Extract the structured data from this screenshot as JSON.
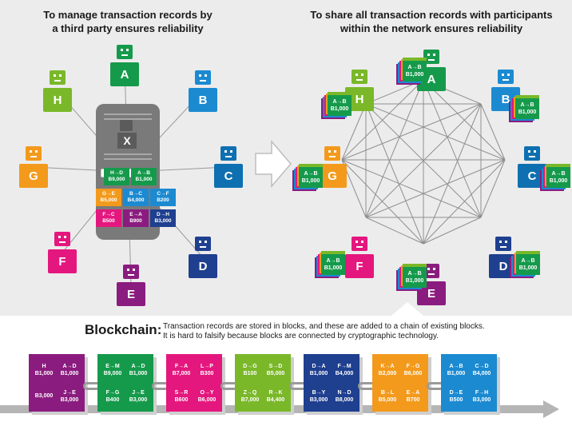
{
  "left_panel": {
    "title_line1": "To manage transaction records by",
    "title_line2": "a third party ensures reliability",
    "server_label": "X",
    "ledger": [
      {
        "from_to": "H→D",
        "amount": "B9,000",
        "color": "#159a4b"
      },
      {
        "from_to": "A→B",
        "amount": "B1,000",
        "color": "#159a4b"
      },
      {
        "from_to": "G→E",
        "amount": "B5,000",
        "color": "#f39a1c"
      },
      {
        "from_to": "B→C",
        "amount": "B4,000",
        "color": "#1b8ad1"
      },
      {
        "from_to": "C→F",
        "amount": "B200",
        "color": "#1b8ad1"
      },
      {
        "from_to": "F→C",
        "amount": "B500",
        "color": "#e4177e"
      },
      {
        "from_to": "E→A",
        "amount": "B900",
        "color": "#8b1c7f"
      },
      {
        "from_to": "D→H",
        "amount": "B3,000",
        "color": "#1f3f8f"
      }
    ],
    "agents": [
      {
        "label": "A",
        "color": "#159a4b"
      },
      {
        "label": "B",
        "color": "#1b8ad1"
      },
      {
        "label": "C",
        "color": "#0e70b0"
      },
      {
        "label": "D",
        "color": "#1f3f8f"
      },
      {
        "label": "E",
        "color": "#8b1c7f"
      },
      {
        "label": "F",
        "color": "#e4177e"
      },
      {
        "label": "G",
        "color": "#f39a1c"
      },
      {
        "label": "H",
        "color": "#7ab829"
      }
    ]
  },
  "right_panel": {
    "title_line1": "To share all transaction records with participants",
    "title_line2": "within the network ensures reliability",
    "shared_record": {
      "from_to": "A→B",
      "amount": "B1,000"
    },
    "agents": [
      {
        "label": "A",
        "color": "#159a4b"
      },
      {
        "label": "B",
        "color": "#1b8ad1"
      },
      {
        "label": "C",
        "color": "#0e70b0"
      },
      {
        "label": "D",
        "color": "#1f3f8f"
      },
      {
        "label": "E",
        "color": "#8b1c7f"
      },
      {
        "label": "F",
        "color": "#e4177e"
      },
      {
        "label": "G",
        "color": "#f39a1c"
      },
      {
        "label": "H",
        "color": "#7ab829"
      }
    ]
  },
  "blockchain": {
    "title": "Blockchain:",
    "desc_line1": "Transaction records are stored in blocks, and these are added to a chain of existing blocks.",
    "desc_line2": "It is hard to falsify because blocks are connected by cryptographic technology.",
    "blocks": [
      {
        "color": "#8b1c7f",
        "tx": [
          {
            "a": "H",
            "b": "B1,000"
          },
          {
            "a": "A→D",
            "b": "B1,000"
          },
          {
            "a": "",
            "b": "B3,000"
          },
          {
            "a": "J→E",
            "b": "B3,000"
          }
        ]
      },
      {
        "color": "#159a4b",
        "tx": [
          {
            "a": "E→M",
            "b": "B9,000"
          },
          {
            "a": "A→D",
            "b": "B1,000"
          },
          {
            "a": "F→G",
            "b": "B400"
          },
          {
            "a": "J→E",
            "b": "B3,000"
          }
        ]
      },
      {
        "color": "#e4177e",
        "tx": [
          {
            "a": "F→A",
            "b": "B7,000"
          },
          {
            "a": "L→P",
            "b": "B300"
          },
          {
            "a": "S→R",
            "b": "B600"
          },
          {
            "a": "O→Y",
            "b": "B6,000"
          }
        ]
      },
      {
        "color": "#7ab829",
        "tx": [
          {
            "a": "D→G",
            "b": "B100"
          },
          {
            "a": "S→D",
            "b": "B5,000"
          },
          {
            "a": "Z→Q",
            "b": "B7,000"
          },
          {
            "a": "R→K",
            "b": "B4,400"
          }
        ]
      },
      {
        "color": "#1f3f8f",
        "tx": [
          {
            "a": "D→A",
            "b": "B1,000"
          },
          {
            "a": "F→M",
            "b": "B4,000"
          },
          {
            "a": "B→Y",
            "b": "B3,000"
          },
          {
            "a": "N→D",
            "b": "B8,000"
          }
        ]
      },
      {
        "color": "#f39a1c",
        "tx": [
          {
            "a": "K→A",
            "b": "B2,000"
          },
          {
            "a": "F→G",
            "b": "B6,000"
          },
          {
            "a": "B→L",
            "b": "B5,000"
          },
          {
            "a": "E→A",
            "b": "B700"
          }
        ]
      },
      {
        "color": "#1b8ad1",
        "tx": [
          {
            "a": "A→B",
            "b": "B1,000"
          },
          {
            "a": "C→D",
            "b": "B4,000"
          },
          {
            "a": "D→E",
            "b": "B500"
          },
          {
            "a": "F→H",
            "b": "B3,000"
          }
        ]
      }
    ]
  }
}
